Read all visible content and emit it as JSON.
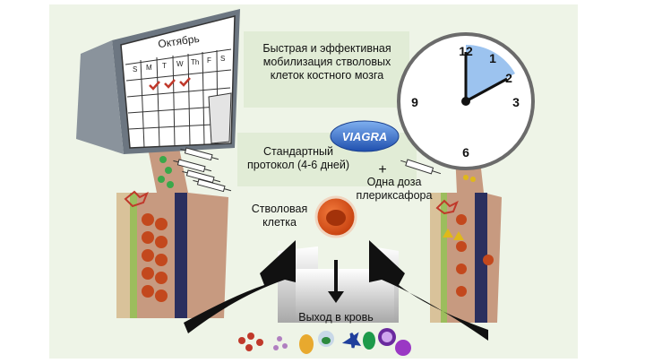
{
  "calendar": {
    "month": "Октябрь",
    "weekdays": [
      "S",
      "M",
      "T",
      "W",
      "Th",
      "F",
      "S"
    ],
    "checked_days": [
      "T",
      "W",
      "Th"
    ]
  },
  "labels": {
    "mobilization": "Быстрая и эффективная мобилизация стволовых клеток костного мозга",
    "standard_protocol": "Стандартный протокол (4-6 дней)",
    "plus": "+",
    "single_dose": "Одна доза плериксафора",
    "stem_cell": "Стволовая клетка",
    "release": "Выход в кровь"
  },
  "pill": {
    "text": "VIAGRA",
    "color": "#2a63c9"
  },
  "clock": {
    "numbers": [
      "12",
      "1",
      "2",
      "3",
      "6",
      "9"
    ],
    "highlight_color": "#9cc3ef"
  },
  "colors": {
    "panel_bg": "#eef4e7",
    "tissue": "#c79a80",
    "stem_cell": "#d9470e",
    "check": "#c0392b",
    "arrow": "#111111"
  }
}
